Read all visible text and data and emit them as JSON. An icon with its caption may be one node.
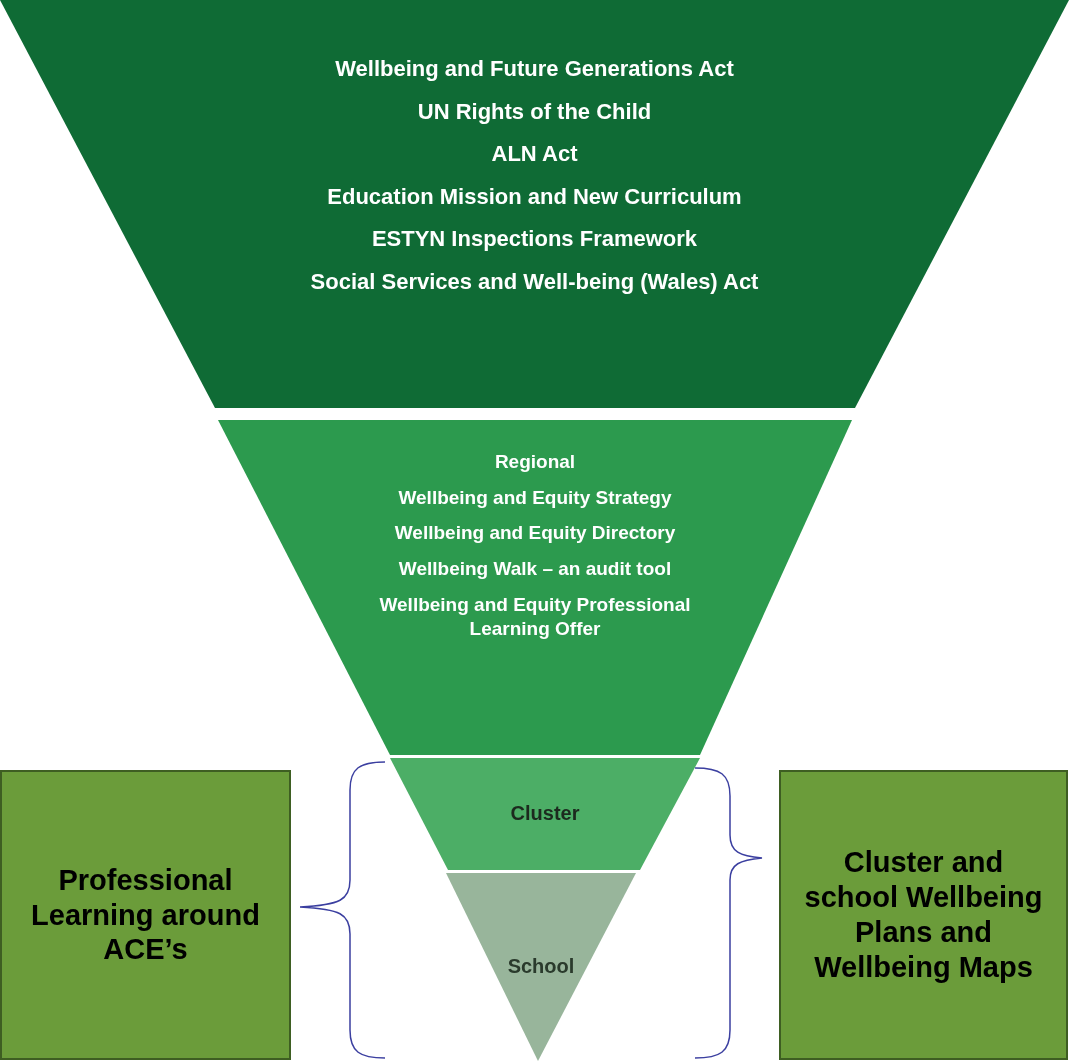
{
  "diagram": {
    "nodes": [
      {
        "text": [
          "Wellbeing and Future Generations Act",
          "UN Rights of the Child",
          "ALN Act",
          "Education Mission and New Curriculum",
          "ESTYN Inspections Framework",
          "Social Services and Well-being (Wales) Act"
        ]
      },
      {
        "text": [
          "Regional",
          "Wellbeing and Equity Strategy",
          "Wellbeing and Equity Directory",
          "Wellbeing  Walk – an audit tool",
          "Wellbeing and Equity Professional Learning Offer"
        ]
      },
      {
        "text": [
          "Cluster"
        ]
      },
      {
        "text": [
          "School"
        ]
      },
      {
        "text": [
          "Professional Learning around ACE’s"
        ]
      },
      {
        "text": [
          "Cluster and school Wellbeing Plans and Wellbeing Maps"
        ]
      }
    ]
  }
}
